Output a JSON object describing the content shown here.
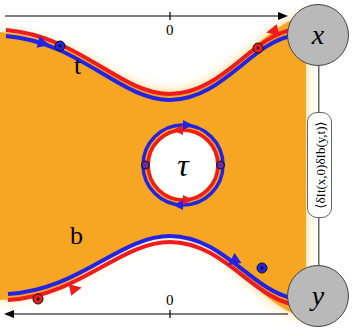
{
  "diagram": {
    "nodes": [
      {
        "text": [
          "x"
        ]
      },
      {
        "text": [
          "τ"
        ]
      },
      {
        "text": [
          "⟨δIt(x,0)δIb(y,t)⟩"
        ]
      },
      {
        "text": [
          "y"
        ]
      }
    ],
    "edges": [
      {
        "from": 0,
        "to": 2,
        "arrow": "none"
      },
      {
        "from": 2,
        "to": 3,
        "arrow": "none"
      }
    ],
    "labels": [
      "0",
      "t",
      "b",
      "0"
    ]
  }
}
